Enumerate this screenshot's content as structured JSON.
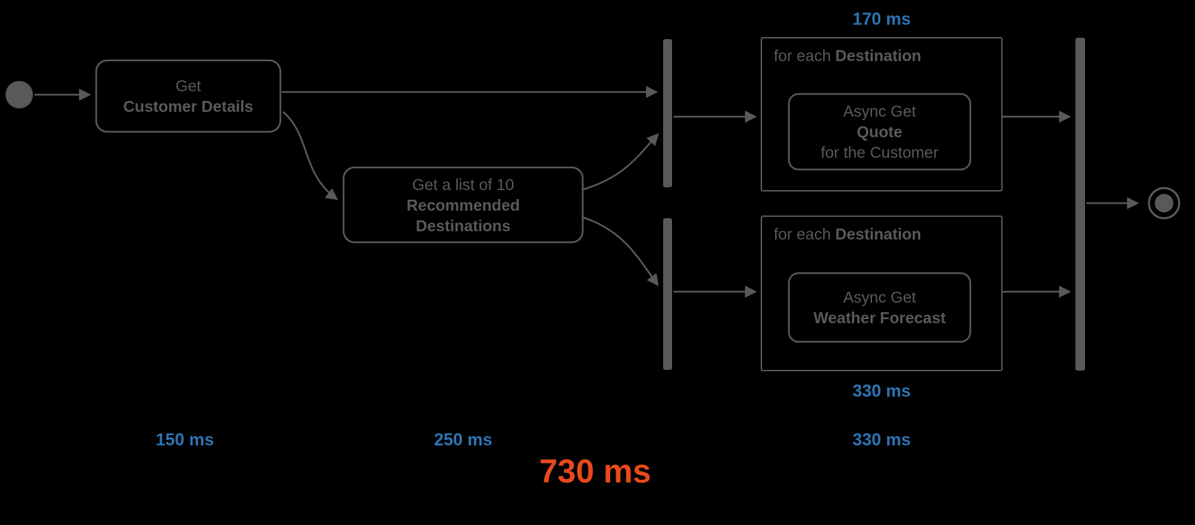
{
  "diagram": {
    "type": "activity-diagram",
    "nodes": {
      "customer_details": {
        "line1": "Get",
        "line2": "Customer Details"
      },
      "destinations": {
        "line1": "Get a list of 10",
        "line2": "Recommended",
        "line3": "Destinations"
      },
      "quote_region": {
        "label_prefix": "for each ",
        "label_bold": "Destination"
      },
      "quote_action": {
        "line1": "Async Get",
        "line2": "Quote",
        "line3": "for the Customer"
      },
      "weather_region": {
        "label_prefix": "for each ",
        "label_bold": "Destination"
      },
      "weather_action": {
        "line1": "Async Get",
        "line2": "Weather Forecast"
      }
    },
    "timings": {
      "quote_branch": "170 ms",
      "weather_branch": "330 ms",
      "customer_details_step": "150 ms",
      "destinations_step": "250 ms",
      "parallel_step": "330 ms",
      "total": "730 ms"
    },
    "colors": {
      "background": "#000000",
      "shape": "#595959",
      "text": "#595959",
      "timing": "#2E74B5",
      "total": "#E8491D"
    }
  }
}
